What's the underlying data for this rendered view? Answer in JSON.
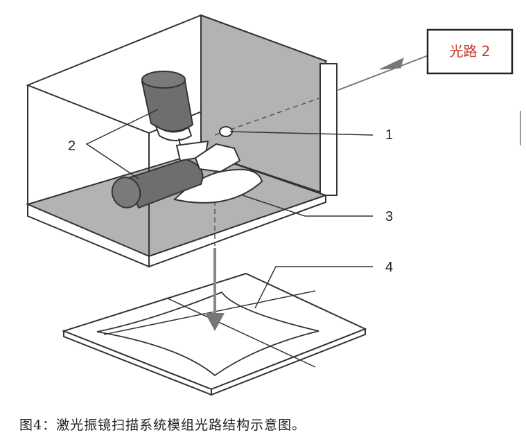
{
  "diagram": {
    "beam_label": "光路 2",
    "callouts": [
      "1",
      "2",
      "3",
      "4"
    ]
  },
  "caption": "图4：激光振镜扫描系统模组光路结构示意图。",
  "colors": {
    "accent_red": "#c0392b",
    "gray_fill": "#a6a6a6",
    "dark_gray": "#6e6e6e",
    "line": "#333333"
  }
}
